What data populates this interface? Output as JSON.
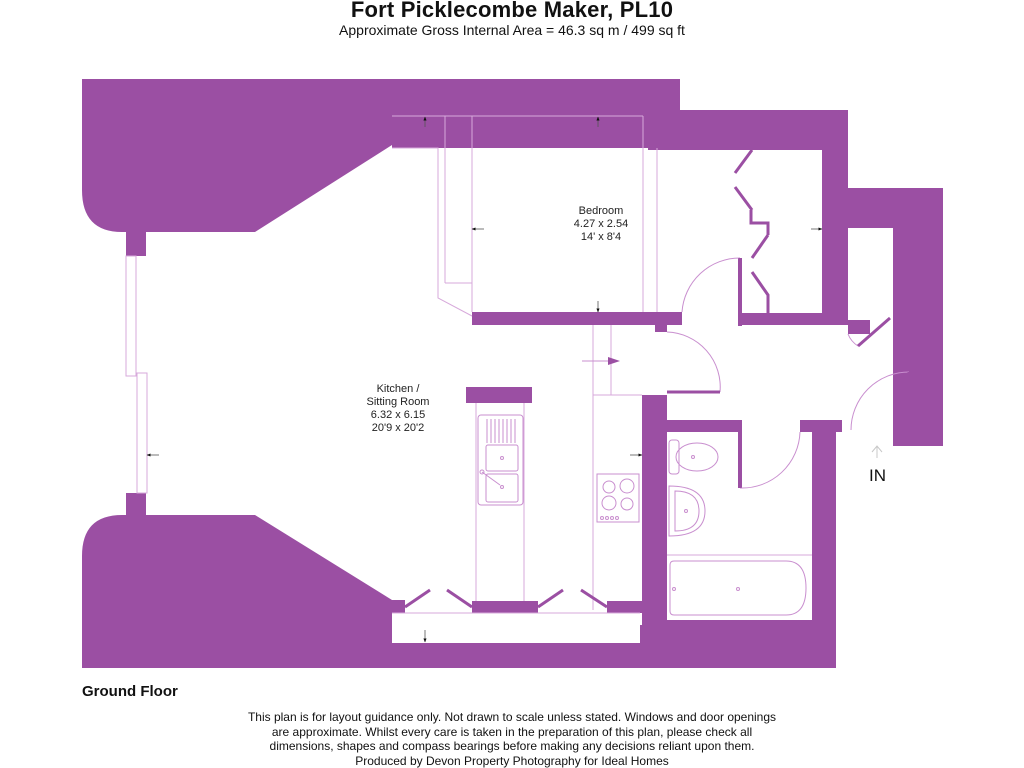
{
  "header": {
    "title": "Fort Picklecombe Maker, PL10",
    "subtitle": "Approximate Gross Internal Area = 46.3 sq m / 499 sq ft"
  },
  "colors": {
    "wall": "#9b4fa3",
    "fixture_line": "#c98fcf",
    "background": "#ffffff"
  },
  "rooms": {
    "bedroom": {
      "name": "Bedroom",
      "metric": "4.27 x 2.54",
      "imperial": "14' x 8'4"
    },
    "kitchen": {
      "name_line1": "Kitchen /",
      "name_line2": "Sitting Room",
      "metric": "6.32 x 6.15",
      "imperial": "20'9 x 20'2"
    }
  },
  "entrance": {
    "label": "IN",
    "icon": "entrance-arrow-icon"
  },
  "fixtures": [
    "sink-double-drainer",
    "hob-four-ring",
    "toilet",
    "wash-basin",
    "bath",
    "wardrobe-bifold-doors"
  ],
  "floor_label": "Ground Floor",
  "disclaimer": {
    "line1": "This plan is for layout guidance only. Not drawn to scale unless stated. Windows and door openings",
    "line2": "are approximate. Whilst every care is taken in the preparation of this plan, please check all",
    "line3": "dimensions, shapes and compass bearings before making any decisions reliant upon them.",
    "line4": "Produced by Devon Property Photography for Ideal Homes"
  }
}
